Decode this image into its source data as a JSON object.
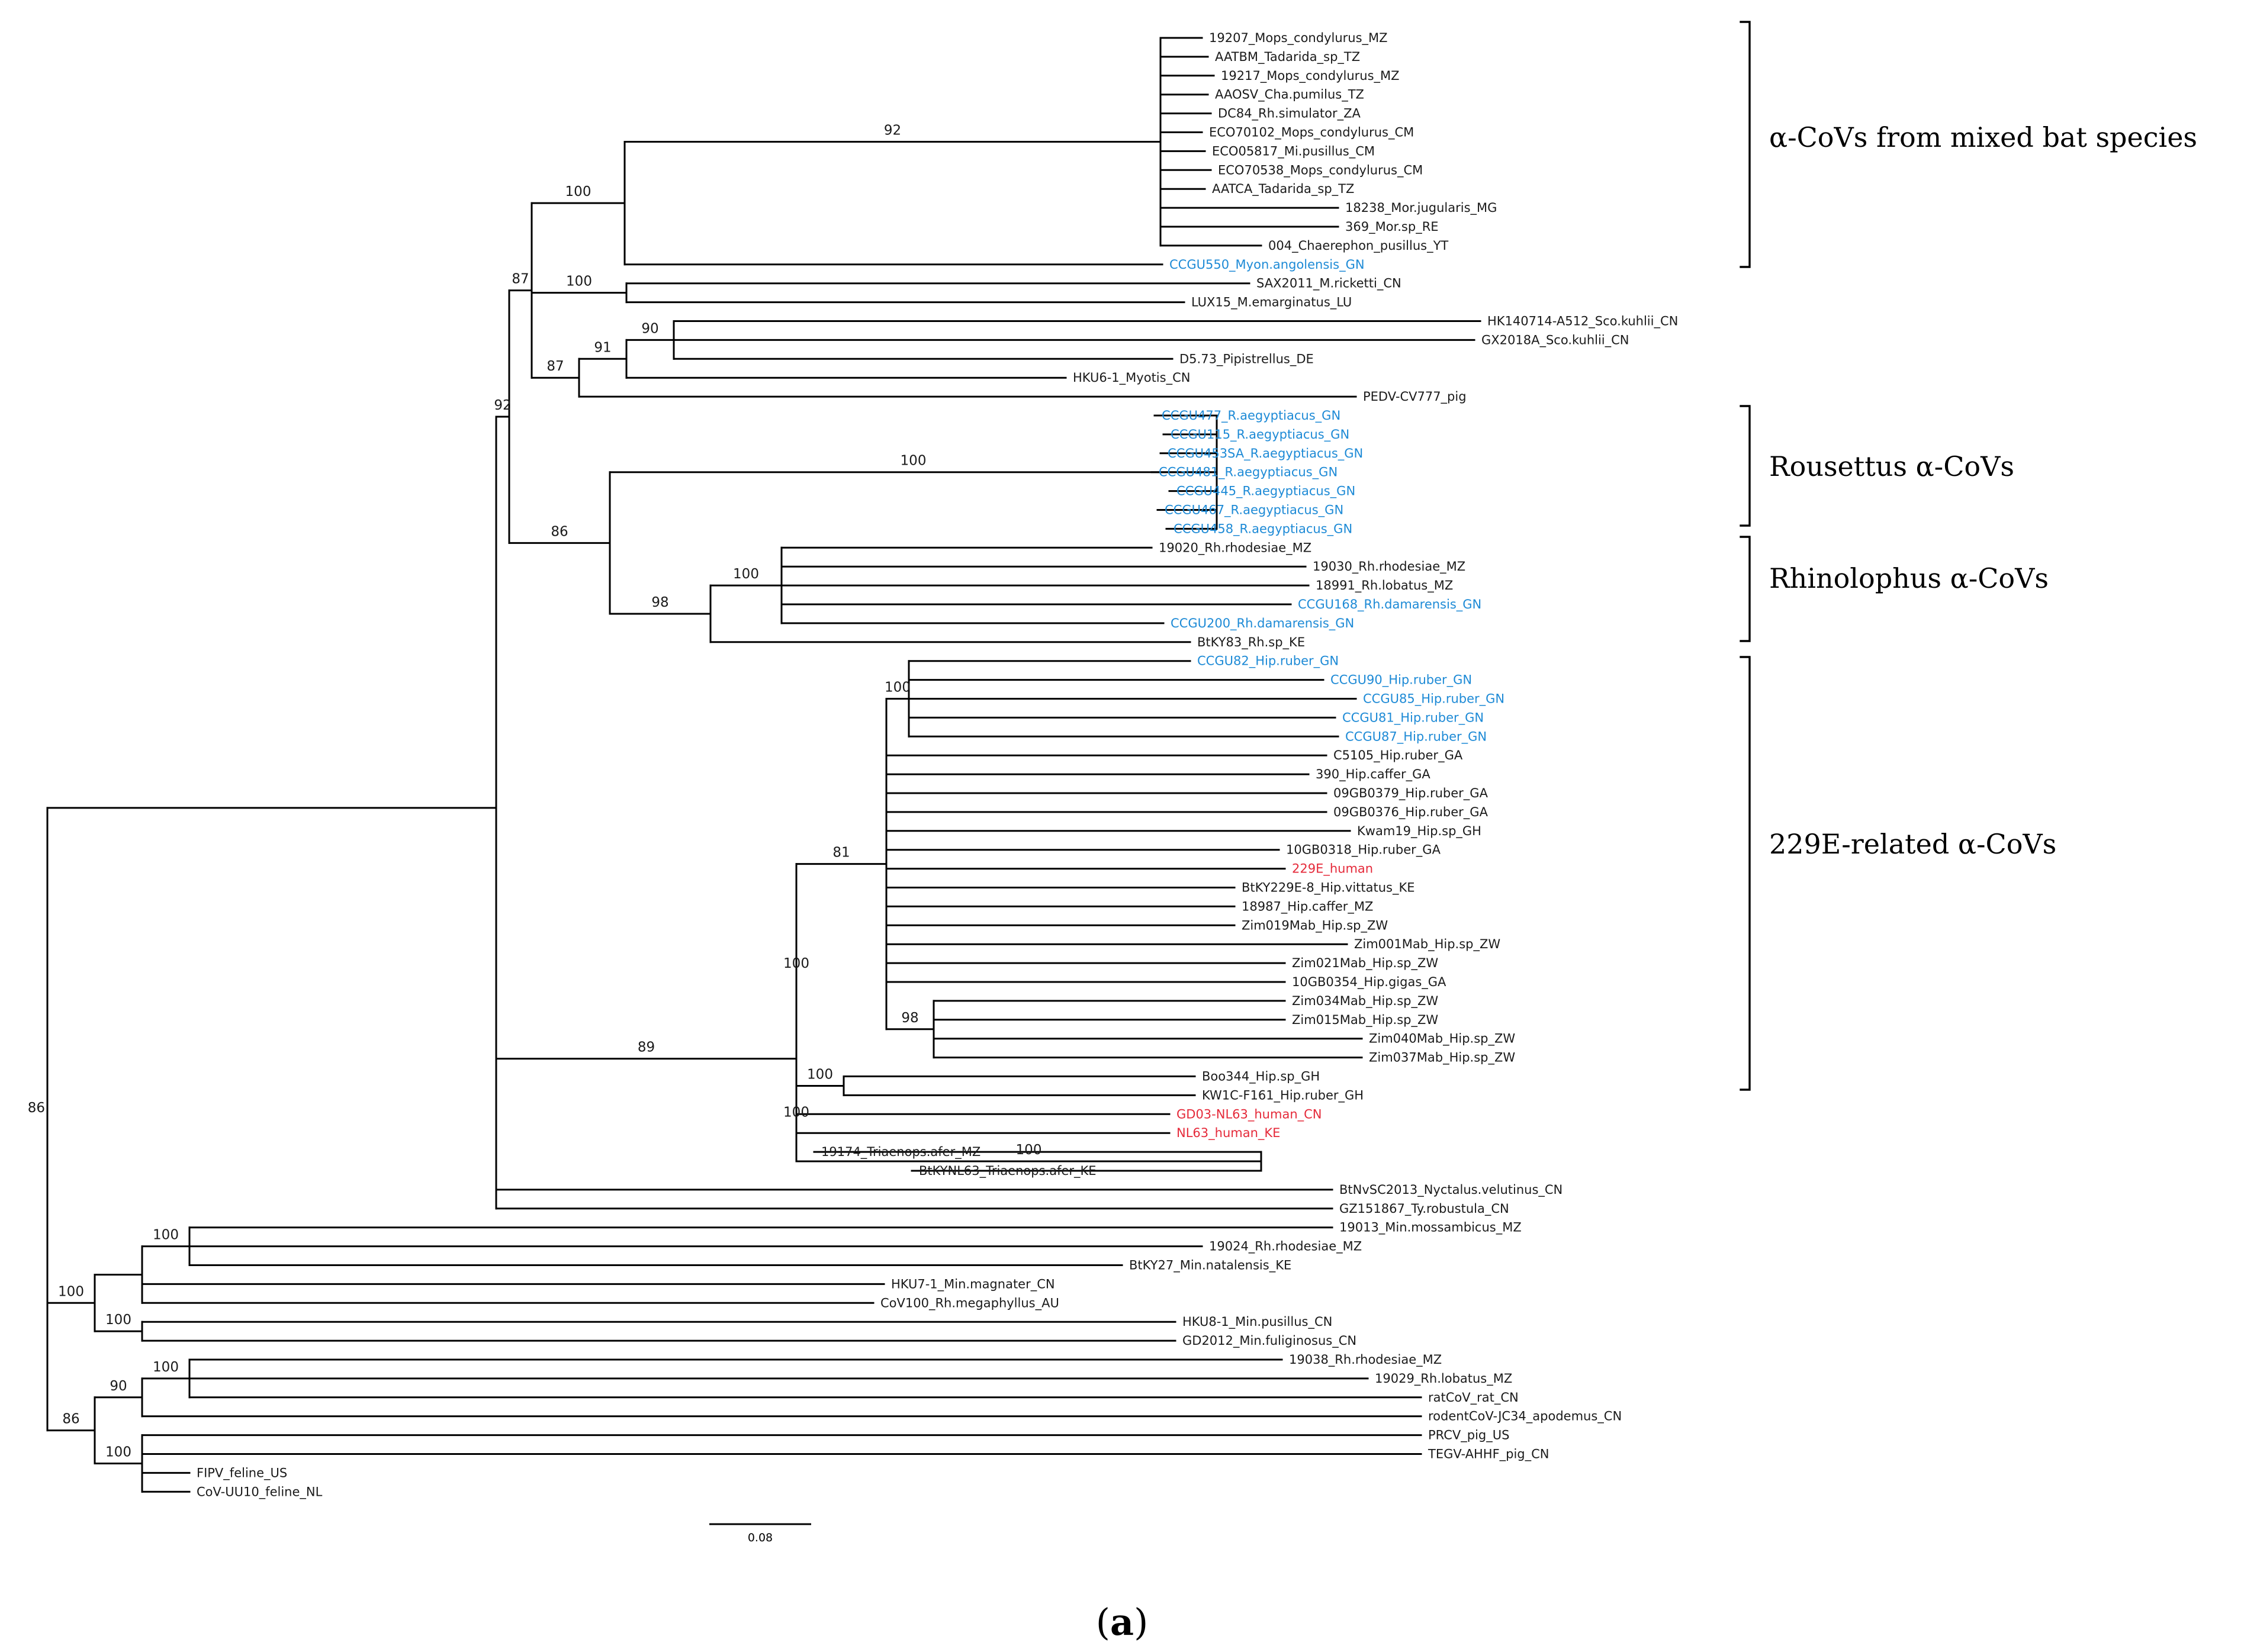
{
  "colors": {
    "default": "#1a1a1a",
    "bat_guinea": "#1d8ad6",
    "human": "#e52a3a"
  },
  "panel_label": {
    "open": "(",
    "letter": "a",
    "close": ")"
  },
  "scale_bar_label": "0.08",
  "clade_labels": [
    "α-CoVs from mixed bat species",
    "Rousettus α-CoVs",
    "Rhinolophus α-CoVs",
    "229E-related α-CoVs"
  ],
  "tree": {
    "bootstrap": "86",
    "children": [
      {
        "bootstrap": "",
        "children": [
          {
            "bootstrap": "92",
            "children": [
              {
                "bootstrap": "87",
                "children": [
                  {
                    "bootstrap": "100",
                    "children": [
                      {
                        "bootstrap": "92",
                        "children": [
                          {
                            "name": "19207_Mops_condylurus_MZ",
                            "color": "default"
                          },
                          {
                            "name": "AATBM_Tadarida_sp_TZ",
                            "color": "default"
                          },
                          {
                            "name": "19217_Mops_condylurus_MZ",
                            "color": "default"
                          },
                          {
                            "name": "AAOSV_Cha.pumilus_TZ",
                            "color": "default"
                          },
                          {
                            "name": "DC84_Rh.simulator_ZA",
                            "color": "default"
                          },
                          {
                            "name": "ECO70102_Mops_condylurus_CM",
                            "color": "default"
                          },
                          {
                            "name": "ECO05817_Mi.pusillus_CM",
                            "color": "default"
                          },
                          {
                            "name": "ECO70538_Mops_condylurus_CM",
                            "color": "default"
                          },
                          {
                            "name": "AATCA_Tadarida_sp_TZ",
                            "color": "default"
                          },
                          {
                            "name": "18238_Mor.jugularis_MG",
                            "color": "default"
                          },
                          {
                            "name": "369_Mor.sp_RE",
                            "color": "default"
                          },
                          {
                            "name": "004_Chaerephon_pusillus_YT",
                            "color": "default"
                          }
                        ]
                      },
                      {
                        "name": "CCGU550_Myon.angolensis_GN",
                        "color": "bat_guinea"
                      }
                    ]
                  },
                  {
                    "bootstrap": "100",
                    "children": [
                      {
                        "name": "SAX2011_M.ricketti_CN",
                        "color": "default"
                      },
                      {
                        "name": "LUX15_M.emarginatus_LU",
                        "color": "default"
                      }
                    ]
                  },
                  {
                    "bootstrap": "87",
                    "children": [
                      {
                        "bootstrap": "91",
                        "children": [
                          {
                            "bootstrap": "90",
                            "children": [
                              {
                                "name": "HK140714-A512_Sco.kuhlii_CN",
                                "color": "default"
                              },
                              {
                                "name": "GX2018A_Sco.kuhlii_CN",
                                "color": "default"
                              },
                              {
                                "name": "D5.73_Pipistrellus_DE",
                                "color": "default"
                              }
                            ]
                          },
                          {
                            "name": "HKU6-1_Myotis_CN",
                            "color": "default"
                          }
                        ]
                      },
                      {
                        "name": "PEDV-CV777_pig",
                        "color": "default"
                      }
                    ]
                  }
                ]
              },
              {
                "bootstrap": "86",
                "children": [
                  {
                    "bootstrap": "100",
                    "children": [
                      {
                        "name": "CCGU477_R.aegyptiacus_GN",
                        "color": "bat_guinea"
                      },
                      {
                        "name": "CCGU115_R.aegyptiacus_GN",
                        "color": "bat_guinea"
                      },
                      {
                        "name": "CCGU453SA_R.aegyptiacus_GN",
                        "color": "bat_guinea"
                      },
                      {
                        "name": "CCGU481_R.aegyptiacus_GN",
                        "color": "bat_guinea"
                      },
                      {
                        "name": "CCGU445_R.aegyptiacus_GN",
                        "color": "bat_guinea"
                      },
                      {
                        "name": "CCGU467_R.aegyptiacus_GN",
                        "color": "bat_guinea"
                      },
                      {
                        "name": "CCGU458_R.aegyptiacus_GN",
                        "color": "bat_guinea"
                      }
                    ]
                  },
                  {
                    "bootstrap": "98",
                    "children": [
                      {
                        "bootstrap": "100",
                        "children": [
                          {
                            "name": "19020_Rh.rhodesiae_MZ",
                            "color": "default"
                          },
                          {
                            "name": "19030_Rh.rhodesiae_MZ",
                            "color": "default"
                          },
                          {
                            "name": "18991_Rh.lobatus_MZ",
                            "color": "default"
                          },
                          {
                            "name": "CCGU168_Rh.damarensis_GN",
                            "color": "bat_guinea"
                          },
                          {
                            "name": "CCGU200_Rh.damarensis_GN",
                            "color": "bat_guinea"
                          }
                        ]
                      },
                      {
                        "name": "BtKY83_Rh.sp_KE",
                        "color": "default"
                      }
                    ]
                  }
                ]
              }
            ]
          },
          {
            "bootstrap": "89",
            "children": [
              {
                "bootstrap": "100",
                "children": [
                  {
                    "bootstrap": "81",
                    "children": [
                      {
                        "bootstrap": "100",
                        "children": [
                          {
                            "name": "CCGU82_Hip.ruber_GN",
                            "color": "bat_guinea"
                          },
                          {
                            "name": "CCGU90_Hip.ruber_GN",
                            "color": "bat_guinea"
                          },
                          {
                            "name": "CCGU85_Hip.ruber_GN",
                            "color": "bat_guinea"
                          },
                          {
                            "name": "CCGU81_Hip.ruber_GN",
                            "color": "bat_guinea"
                          },
                          {
                            "name": "CCGU87_Hip.ruber_GN",
                            "color": "bat_guinea"
                          }
                        ]
                      },
                      {
                        "name": "C5105_Hip.ruber_GA",
                        "color": "default"
                      },
                      {
                        "name": "390_Hip.caffer_GA",
                        "color": "default"
                      },
                      {
                        "name": "09GB0379_Hip.ruber_GA",
                        "color": "default"
                      },
                      {
                        "name": "09GB0376_Hip.ruber_GA",
                        "color": "default"
                      },
                      {
                        "name": "Kwam19_Hip.sp_GH",
                        "color": "default"
                      },
                      {
                        "name": "10GB0318_Hip.ruber_GA",
                        "color": "default"
                      },
                      {
                        "name": "229E_human",
                        "color": "human"
                      },
                      {
                        "name": "BtKY229E-8_Hip.vittatus_KE",
                        "color": "default"
                      },
                      {
                        "name": "18987_Hip.caffer_MZ",
                        "color": "default"
                      },
                      {
                        "name": "Zim019Mab_Hip.sp_ZW",
                        "color": "default"
                      },
                      {
                        "name": "Zim001Mab_Hip.sp_ZW",
                        "color": "default"
                      },
                      {
                        "name": "Zim021Mab_Hip.sp_ZW",
                        "color": "default"
                      },
                      {
                        "name": "10GB0354_Hip.gigas_GA",
                        "color": "default"
                      },
                      {
                        "bootstrap": "98",
                        "children": [
                          {
                            "name": "Zim034Mab_Hip.sp_ZW",
                            "color": "default"
                          },
                          {
                            "name": "Zim015Mab_Hip.sp_ZW",
                            "color": "default"
                          },
                          {
                            "name": "Zim040Mab_Hip.sp_ZW",
                            "color": "default"
                          },
                          {
                            "name": "Zim037Mab_Hip.sp_ZW",
                            "color": "default"
                          }
                        ]
                      }
                    ]
                  },
                  {
                    "bootstrap": "100",
                    "children": [
                      {
                        "name": "Boo344_Hip.sp_GH",
                        "color": "default"
                      },
                      {
                        "name": "KW1C-F161_Hip.ruber_GH",
                        "color": "default"
                      }
                    ]
                  }
                ]
              },
              {
                "bootstrap": "",
                "children": [
                  {
                    "bootstrap": "100",
                    "children": [
                      {
                        "name": "GD03-NL63_human_CN",
                        "color": "human"
                      },
                      {
                        "name": "NL63_human_KE",
                        "color": "human"
                      }
                    ]
                  },
                  {
                    "bootstrap": "100",
                    "children": [
                      {
                        "name": "19174_Triaenops.afer_MZ",
                        "color": "default"
                      },
                      {
                        "name": "BtKYNL63_Triaenops.afer_KE",
                        "color": "default"
                      }
                    ]
                  }
                ]
              }
            ]
          },
          {
            "bootstrap": "",
            "children": [
              {
                "name": "BtNvSC2013_Nyctalus.velutinus_CN",
                "color": "default"
              },
              {
                "name": "GZ151867_Ty.robustula_CN",
                "color": "default"
              }
            ]
          }
        ]
      },
      {
        "bootstrap": "100",
        "children": [
          {
            "bootstrap": "",
            "children": [
              {
                "bootstrap": "100",
                "children": [
                  {
                    "name": "19013_Min.mossambicus_MZ",
                    "color": "default"
                  },
                  {
                    "name": "19024_Rh.rhodesiae_MZ",
                    "color": "default"
                  },
                  {
                    "name": "BtKY27_Min.natalensis_KE",
                    "color": "default"
                  }
                ]
              },
              {
                "name": "HKU7-1_Min.magnater_CN",
                "color": "default"
              },
              {
                "name": "CoV100_Rh.megaphyllus_AU",
                "color": "default"
              }
            ]
          },
          {
            "bootstrap": "100",
            "children": [
              {
                "name": "HKU8-1_Min.pusillus_CN",
                "color": "default"
              },
              {
                "name": "GD2012_Min.fuliginosus_CN",
                "color": "default"
              }
            ]
          }
        ]
      },
      {
        "bootstrap": "86",
        "children": [
          {
            "bootstrap": "90",
            "children": [
              {
                "bootstrap": "100",
                "children": [
                  {
                    "name": "19038_Rh.rhodesiae_MZ",
                    "color": "default"
                  },
                  {
                    "name": "19029_Rh.lobatus_MZ",
                    "color": "default"
                  },
                  {
                    "name": "ratCoV_rat_CN",
                    "color": "default"
                  }
                ]
              },
              {
                "name": "rodentCoV-JC34_apodemus_CN",
                "color": "default"
              }
            ]
          },
          {
            "bootstrap": "100",
            "children": [
              {
                "name": "PRCV_pig_US",
                "color": "default"
              },
              {
                "name": "TEGV-AHHF_pig_CN",
                "color": "default"
              },
              {
                "name": "FIPV_feline_US",
                "color": "default"
              },
              {
                "name": "CoV-UU10_feline_NL",
                "color": "default"
              }
            ]
          }
        ]
      }
    ]
  }
}
